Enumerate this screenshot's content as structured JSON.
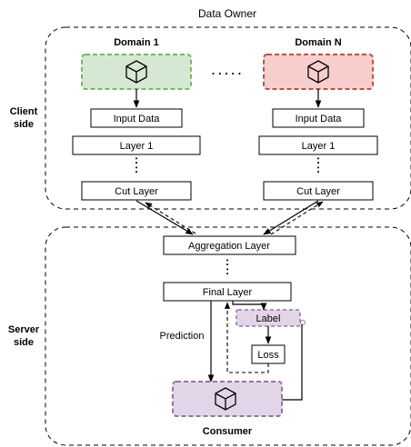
{
  "title": "Data Owner",
  "client_side_label": [
    "Client",
    "side"
  ],
  "server_side_label": [
    "Server",
    "side"
  ],
  "domain_1": {
    "name": "Domain 1",
    "icon": "cube-icon",
    "color": "#d5e8d4",
    "border": "#82b366"
  },
  "domain_n": {
    "name": "Domain N",
    "icon": "cube-icon",
    "color": "#f8cecc",
    "border": "#b85450"
  },
  "domain_ellipsis": ". . . . .",
  "client_boxes": {
    "input_data": "Input Data",
    "layer_1": "Layer 1",
    "cut_layer": "Cut Layer",
    "vertical_dots": ":"
  },
  "server_boxes": {
    "aggregation_layer": "Aggregation Layer",
    "vertical_dots": ":",
    "final_layer": "Final Layer",
    "label": "Label",
    "loss": "Loss",
    "prediction": "Prediction"
  },
  "consumer": {
    "name": "Consumer",
    "icon": "cube-icon",
    "color": "#e1d5e7",
    "border": "#9673a6"
  }
}
